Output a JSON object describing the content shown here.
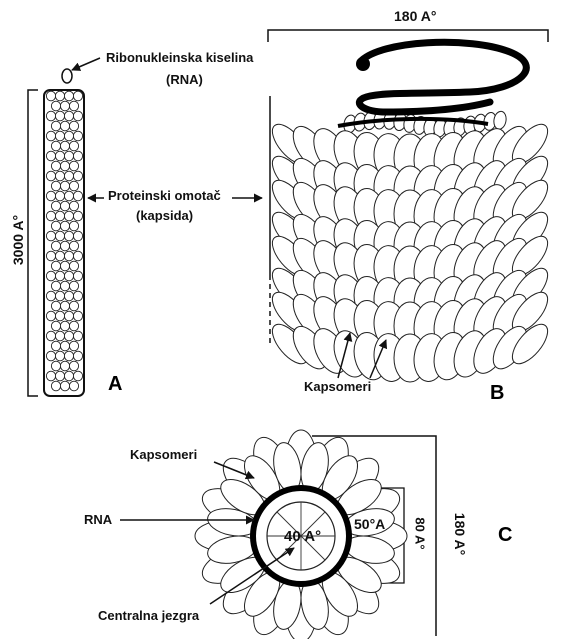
{
  "labels": {
    "rna_long": "Ribonukleinska kiselina",
    "rna_short_paren": "(RNA)",
    "protein_coat": "Proteinski omotač",
    "capsid_paren": "(kapsida)",
    "capsomeres_b": "Kapsomeri",
    "capsomeres_c": "Kapsomeri",
    "rna_c": "RNA",
    "central_core": "Centralna jezgra"
  },
  "dimensions": {
    "length": "3000 A°",
    "width_b": "180 A°",
    "width_c": "180 A°",
    "ring": "80 A°",
    "core": "40 A°",
    "groove": "50°A"
  },
  "panels": {
    "a": "A",
    "b": "B",
    "c": "C"
  }
}
